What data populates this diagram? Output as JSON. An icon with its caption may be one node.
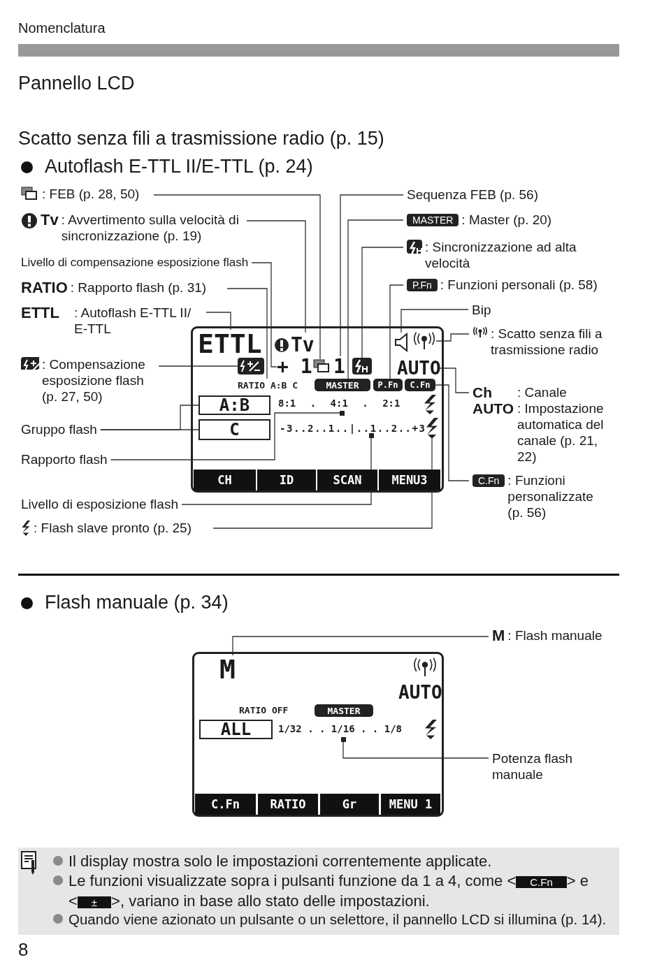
{
  "diagram": {
    "title": "Pannello LCD",
    "nodes": [
      {
        "text": [],
        "shape": "box"
      },
      {
        "text": [
          "ETTL"
        ],
        "in": 0
      },
      {
        "text": [
          "Tv"
        ],
        "in": 0
      },
      {
        "text": [],
        "shape": "picture",
        "in": 0
      },
      {
        "text": [
          "+ 1"
        ],
        "in": 0
      },
      {
        "text": [],
        "shape": "picture",
        "in": 0
      },
      {
        "text": [
          "1"
        ],
        "in": 0
      },
      {
        "text": [],
        "shape": "picture",
        "in": 0
      },
      {
        "text": [],
        "shape": "picture",
        "in": 0
      },
      {
        "text": [],
        "shape": "picture",
        "in": 0
      },
      {
        "text": [
          "AUTO"
        ],
        "in": 0
      },
      {
        "text": [
          "RATIO A:B C"
        ],
        "in": 0
      },
      {
        "text": [
          "MASTER"
        ],
        "in": 0
      },
      {
        "text": [
          "P.Fn"
        ],
        "in": 0
      },
      {
        "text": [
          "C.Fn"
        ],
        "in": 0
      },
      {
        "text": [
          "A:B"
        ],
        "in": 0
      },
      {
        "text": [
          "C"
        ],
        "in": 0
      },
      {
        "text": [
          "8:1 . 4:1 . 2:1"
        ],
        "in": 0
      },
      {
        "text": [],
        "shape": "box",
        "in": 0
      },
      {
        "text": [
          "-3..2..1..|..1..2..+3"
        ],
        "in": 0
      },
      {
        "text": [],
        "shape": "box",
        "in": 0
      },
      {
        "text": [],
        "shape": "picture",
        "in": 0
      },
      {
        "text": [
          "CH"
        ],
        "in": 0
      },
      {
        "text": [
          "ID"
        ],
        "in": 0
      },
      {
        "text": [
          "SCAN"
        ],
        "in": 0
      },
      {
        "text": [
          "MENU3"
        ],
        "in": 0
      },
      {
        "text": [
          ": FEB (p. 28, 50)"
        ]
      },
      {
        "text": [
          "Tv",
          ": Avvertimento sulla velocità di sincronizzazione (p. 19)"
        ]
      },
      {
        "text": [
          "Livello di compensazione esposizione flash"
        ]
      },
      {
        "text": [
          "RATIO",
          ": Rapporto flash (p. 31)"
        ]
      },
      {
        "text": [
          "ETTL",
          ": Autoflash E-TTL II/ E-TTL"
        ]
      },
      {
        "text": [
          ": Compensazione esposizione flash (p. 27, 50)"
        ]
      },
      {
        "text": [
          "Gruppo flash"
        ]
      },
      {
        "text": [
          "Rapporto flash"
        ]
      },
      {
        "text": [
          "Livello di esposizione flash"
        ]
      },
      {
        "text": [
          ": Flash slave pronto (p. 25)"
        ]
      },
      {
        "text": [
          "Sequenza FEB (p. 56)"
        ]
      },
      {
        "text": [
          "MASTER",
          ": Master (p. 20)"
        ]
      },
      {
        "text": [
          ": Sincronizzazione ad alta velocità"
        ]
      },
      {
        "text": [
          "P.Fn",
          ": Funzioni personali (p. 58)"
        ]
      },
      {
        "text": [
          "Bip"
        ]
      },
      {
        "text": [
          ": Scatto senza fili a trasmissione radio"
        ]
      },
      {
        "text": [
          "Ch",
          ": Canale",
          "AUTO",
          ": Impostazione automatica del canale (p. 21, 22)"
        ]
      },
      {
        "text": [
          "C.Fn",
          ": Funzioni personalizzate (p. 56)"
        ]
      },
      {
        "text": [],
        "shape": "box"
      },
      {
        "text": [
          "M"
        ],
        "in": 44
      },
      {
        "text": [],
        "shape": "picture",
        "in": 44
      },
      {
        "text": [
          "AUTO"
        ],
        "in": 44
      },
      {
        "text": [
          "RATIO OFF"
        ],
        "in": 44
      },
      {
        "text": [
          "MASTER"
        ],
        "in": 44
      },
      {
        "text": [
          "ALL"
        ],
        "in": 44
      },
      {
        "text": [
          "1/32 . . 1/16 . . 1/8"
        ],
        "in": 44
      },
      {
        "text": [],
        "shape": "box",
        "in": 44
      },
      {
        "text": [
          "C.Fn"
        ],
        "in": 44
      },
      {
        "text": [
          "RATIO"
        ],
        "in": 44
      },
      {
        "text": [
          "Gr"
        ],
        "in": 44
      },
      {
        "text": [
          "MENU 1"
        ],
        "in": 44
      },
      {
        "text": [
          "M",
          ": Flash manuale"
        ]
      },
      {
        "text": [
          "Potenza flash manuale"
        ]
      }
    ],
    "edges": [
      {
        "from": 26,
        "to": 5,
        "arrow": "none"
      },
      {
        "from": 27,
        "to": 2,
        "arrow": "none"
      },
      {
        "from": 28,
        "to": 4,
        "arrow": "none"
      },
      {
        "from": 29,
        "to": 11,
        "arrow": "none"
      },
      {
        "from": 30,
        "to": 1,
        "arrow": "none"
      },
      {
        "from": 31,
        "to": 3,
        "arrow": "none"
      },
      {
        "from": 32,
        "to": 15,
        "arrow": "none"
      },
      {
        "from": 32,
        "to": 16,
        "arrow": "none"
      },
      {
        "from": 33,
        "to": 18,
        "arrow": "none"
      },
      {
        "from": 34,
        "to": 20,
        "arrow": "none"
      },
      {
        "from": 35,
        "to": 21,
        "arrow": "none"
      },
      {
        "from": 36,
        "to": 6,
        "arrow": "none"
      },
      {
        "from": 37,
        "to": 12,
        "arrow": "none"
      },
      {
        "from": 38,
        "to": 7,
        "arrow": "none"
      },
      {
        "from": 39,
        "to": 13,
        "arrow": "none"
      },
      {
        "from": 40,
        "to": 8,
        "arrow": "none"
      },
      {
        "from": 41,
        "to": 9,
        "arrow": "none"
      },
      {
        "from": 42,
        "to": 10,
        "arrow": "none"
      },
      {
        "from": 43,
        "to": 14,
        "arrow": "none"
      },
      {
        "from": 57,
        "to": 45,
        "arrow": "none"
      },
      {
        "from": 58,
        "to": 52,
        "arrow": "none"
      }
    ],
    "labels": [
      "Nomenclatura",
      "Scatto senza fili a trasmissione radio (p. 15)",
      "Autoflash E-TTL II/E-TTL (p. 24)",
      "Flash manuale (p. 34)",
      "Il display mostra solo le impostazioni correntemente applicate.",
      "Le funzioni visualizzate sopra i pulsanti funzione da 1 a 4, come <**C.Fn**> e <**±**>, variano in base allo stato delle impostazioni.",
      "Quando viene azionato un pulsante o un selettore, il pannello LCD si illumina (p. 14).",
      "8"
    ]
  }
}
